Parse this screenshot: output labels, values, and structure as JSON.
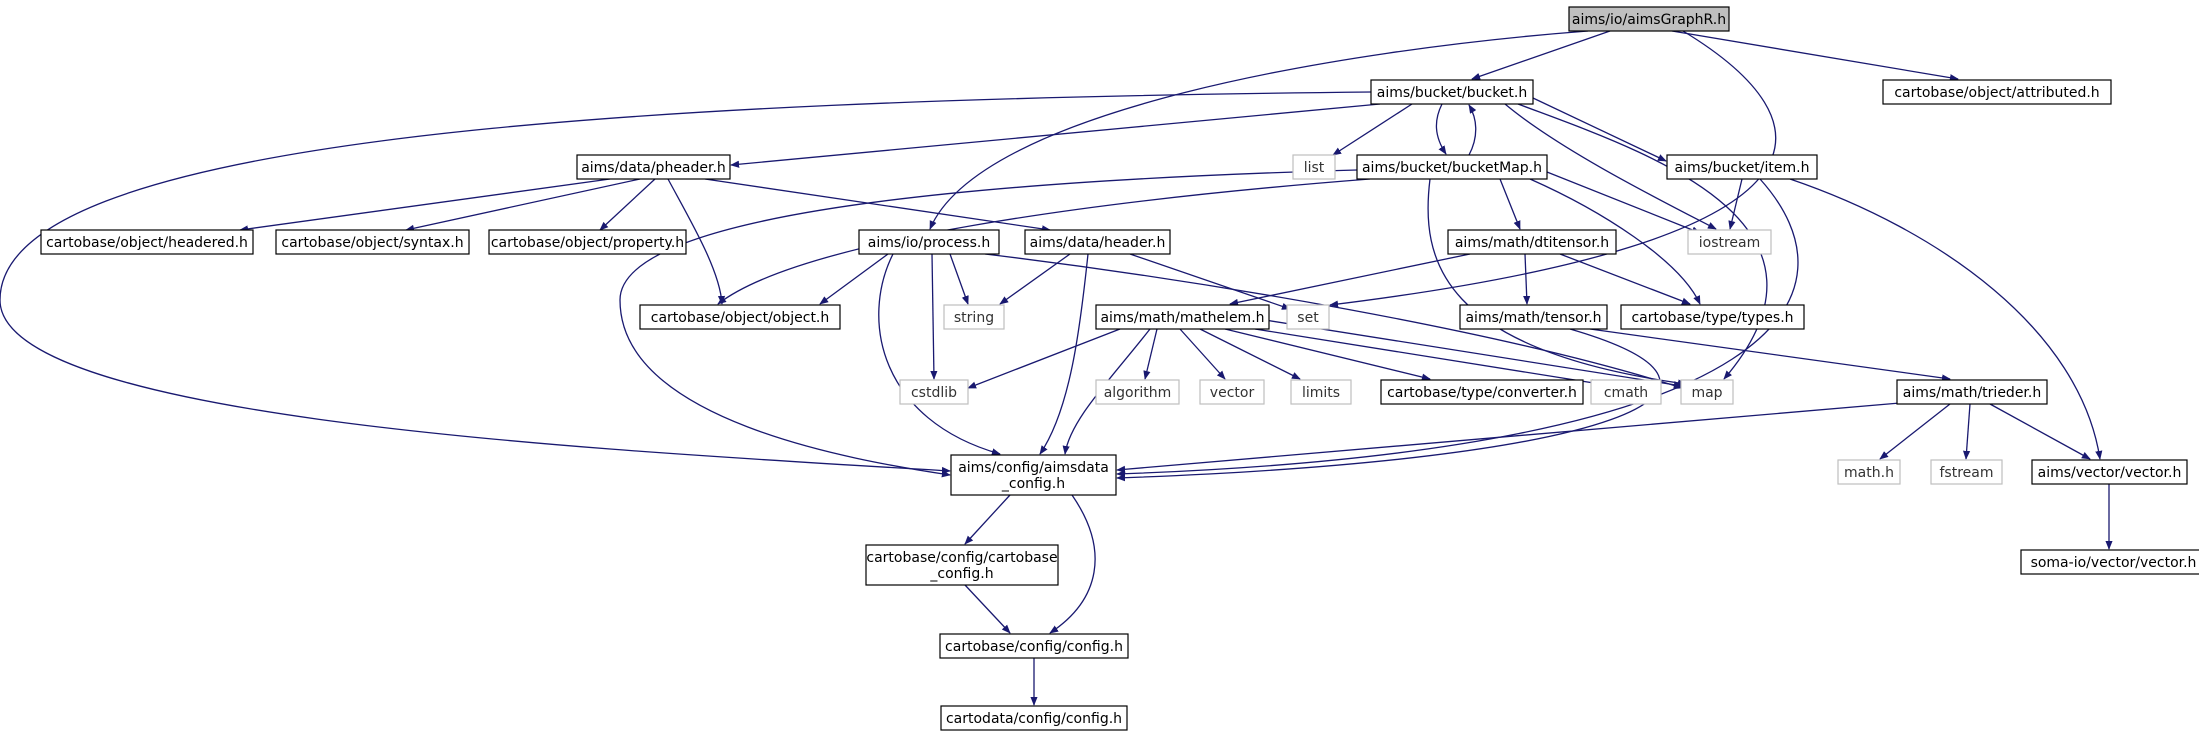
{
  "colors": {
    "edge": "#191970",
    "root_fill": "#bfbfbf",
    "external_border": "#bfbfbf"
  },
  "nodes": [
    {
      "id": "root",
      "label": [
        "aims/io/aimsGraphR.h"
      ],
      "kind": "root"
    },
    {
      "id": "bucket",
      "label": [
        "aims/bucket/bucket.h"
      ],
      "kind": "solid"
    },
    {
      "id": "attributed",
      "label": [
        "cartobase/object/attributed.h"
      ],
      "kind": "solid"
    },
    {
      "id": "pheader",
      "label": [
        "aims/data/pheader.h"
      ],
      "kind": "solid"
    },
    {
      "id": "list",
      "label": [
        "list"
      ],
      "kind": "ext"
    },
    {
      "id": "bucketMap",
      "label": [
        "aims/bucket/bucketMap.h"
      ],
      "kind": "solid"
    },
    {
      "id": "item",
      "label": [
        "aims/bucket/item.h"
      ],
      "kind": "solid"
    },
    {
      "id": "headered",
      "label": [
        "cartobase/object/headered.h"
      ],
      "kind": "solid"
    },
    {
      "id": "syntax",
      "label": [
        "cartobase/object/syntax.h"
      ],
      "kind": "solid"
    },
    {
      "id": "property",
      "label": [
        "cartobase/object/property.h"
      ],
      "kind": "solid"
    },
    {
      "id": "process",
      "label": [
        "aims/io/process.h"
      ],
      "kind": "solid"
    },
    {
      "id": "header",
      "label": [
        "aims/data/header.h"
      ],
      "kind": "solid"
    },
    {
      "id": "dtitensor",
      "label": [
        "aims/math/dtitensor.h"
      ],
      "kind": "solid"
    },
    {
      "id": "iostream",
      "label": [
        "iostream"
      ],
      "kind": "ext"
    },
    {
      "id": "object",
      "label": [
        "cartobase/object/object.h"
      ],
      "kind": "solid"
    },
    {
      "id": "string",
      "label": [
        "string"
      ],
      "kind": "ext"
    },
    {
      "id": "set",
      "label": [
        "set"
      ],
      "kind": "ext"
    },
    {
      "id": "mathelem",
      "label": [
        "aims/math/mathelem.h"
      ],
      "kind": "solid"
    },
    {
      "id": "tensor",
      "label": [
        "aims/math/tensor.h"
      ],
      "kind": "solid"
    },
    {
      "id": "types",
      "label": [
        "cartobase/type/types.h"
      ],
      "kind": "solid"
    },
    {
      "id": "cstdlib",
      "label": [
        "cstdlib"
      ],
      "kind": "ext"
    },
    {
      "id": "algorithm",
      "label": [
        "algorithm"
      ],
      "kind": "ext"
    },
    {
      "id": "vector",
      "label": [
        "vector"
      ],
      "kind": "ext"
    },
    {
      "id": "limits",
      "label": [
        "limits"
      ],
      "kind": "ext"
    },
    {
      "id": "converter",
      "label": [
        "cartobase/type/converter.h"
      ],
      "kind": "solid"
    },
    {
      "id": "cmath",
      "label": [
        "cmath"
      ],
      "kind": "ext"
    },
    {
      "id": "map",
      "label": [
        "map"
      ],
      "kind": "ext"
    },
    {
      "id": "trieder",
      "label": [
        "aims/math/trieder.h"
      ],
      "kind": "solid"
    },
    {
      "id": "aimsdata_config",
      "label": [
        "aims/config/aimsdata",
        "_config.h"
      ],
      "kind": "solid"
    },
    {
      "id": "math_h",
      "label": [
        "math.h"
      ],
      "kind": "ext"
    },
    {
      "id": "fstream",
      "label": [
        "fstream"
      ],
      "kind": "ext"
    },
    {
      "id": "aims_vector",
      "label": [
        "aims/vector/vector.h"
      ],
      "kind": "solid"
    },
    {
      "id": "cartobase_config",
      "label": [
        "cartobase/config/cartobase",
        "_config.h"
      ],
      "kind": "solid"
    },
    {
      "id": "soma_vector",
      "label": [
        "soma-io/vector/vector.h"
      ],
      "kind": "solid"
    },
    {
      "id": "config",
      "label": [
        "cartobase/config/config.h"
      ],
      "kind": "solid"
    },
    {
      "id": "cartodata_config",
      "label": [
        "cartodata/config/config.h"
      ],
      "kind": "solid"
    }
  ]
}
